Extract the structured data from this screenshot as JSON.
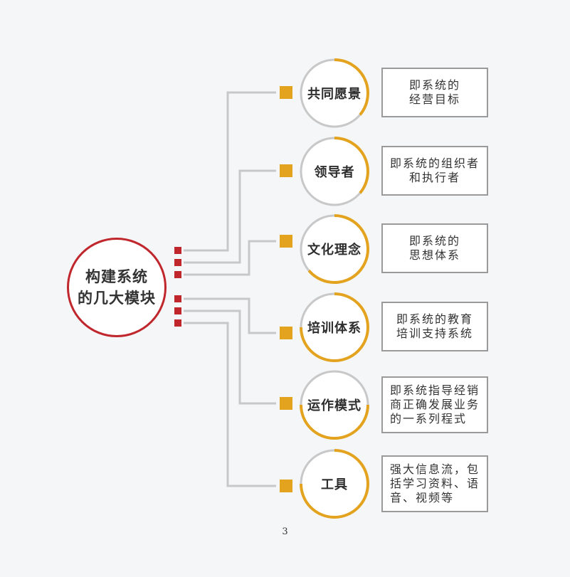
{
  "center": {
    "line1": "构建系统",
    "line2": "的几大模块"
  },
  "modules": [
    {
      "label": "共同愿景",
      "desc": "即系统的\n经营目标"
    },
    {
      "label": "领导者",
      "desc": "即系统的组织者\n和执行者"
    },
    {
      "label": "文化理念",
      "desc": "即系统的\n思想体系"
    },
    {
      "label": "培训体系",
      "desc": "即系统的教育\n培训支持系统"
    },
    {
      "label": "运作模式",
      "desc": "即系统指导经销\n商正确发展业务\n的一系列程式"
    },
    {
      "label": "工具",
      "desc": "强大信息流，包\n括学习资料、语\n音、视频等"
    }
  ],
  "page_number": "3",
  "colors": {
    "center_border": "#c0272d",
    "connector_dot": "#c0272d",
    "marker": "#e3a31f",
    "arc_accent": "#e3a31f",
    "arc_base": "#c8c8c8",
    "line": "#c8c8c8",
    "box_border": "#9a9a9a"
  }
}
